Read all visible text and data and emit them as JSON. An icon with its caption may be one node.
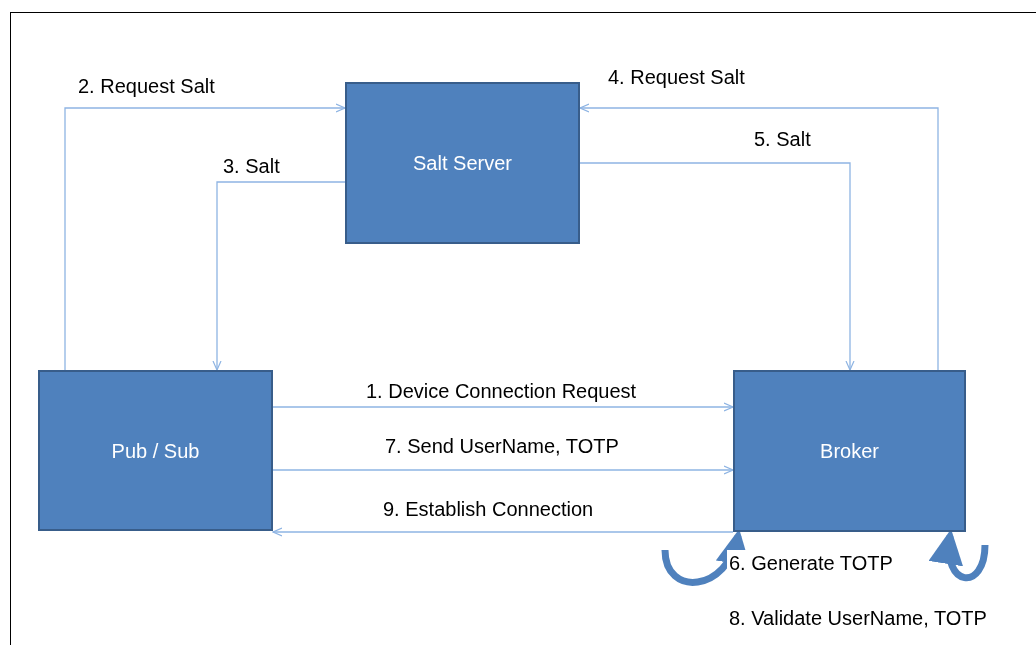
{
  "diagram": {
    "nodes": [
      {
        "text": [
          "Salt Server"
        ]
      },
      {
        "text": [
          "Pub / Sub"
        ]
      },
      {
        "text": [
          "Broker"
        ]
      }
    ],
    "edges": [
      {
        "from": 1,
        "to": 2,
        "arrow": "to",
        "label": "1. Device Connection Request"
      },
      {
        "from": 1,
        "to": 0,
        "arrow": "to",
        "label": "2. Request Salt"
      },
      {
        "from": 0,
        "to": 1,
        "arrow": "to",
        "label": "3. Salt"
      },
      {
        "from": 2,
        "to": 0,
        "arrow": "to",
        "label": "4. Request Salt"
      },
      {
        "from": 0,
        "to": 2,
        "arrow": "to",
        "label": "5. Salt"
      },
      {
        "from": null,
        "to": 2,
        "arrow": "to",
        "label": "6. Generate TOTP",
        "style": "thick",
        "color": "#4f81bd"
      },
      {
        "from": 1,
        "to": 2,
        "arrow": "to",
        "label": "7. Send UserName, TOTP"
      },
      {
        "from": null,
        "to": 2,
        "arrow": "to",
        "label": "8. Validate UserName, TOTP",
        "style": "thick",
        "color": "#4f81bd"
      },
      {
        "from": 2,
        "to": 1,
        "arrow": "to",
        "label": "9. Establish Connection"
      }
    ]
  }
}
